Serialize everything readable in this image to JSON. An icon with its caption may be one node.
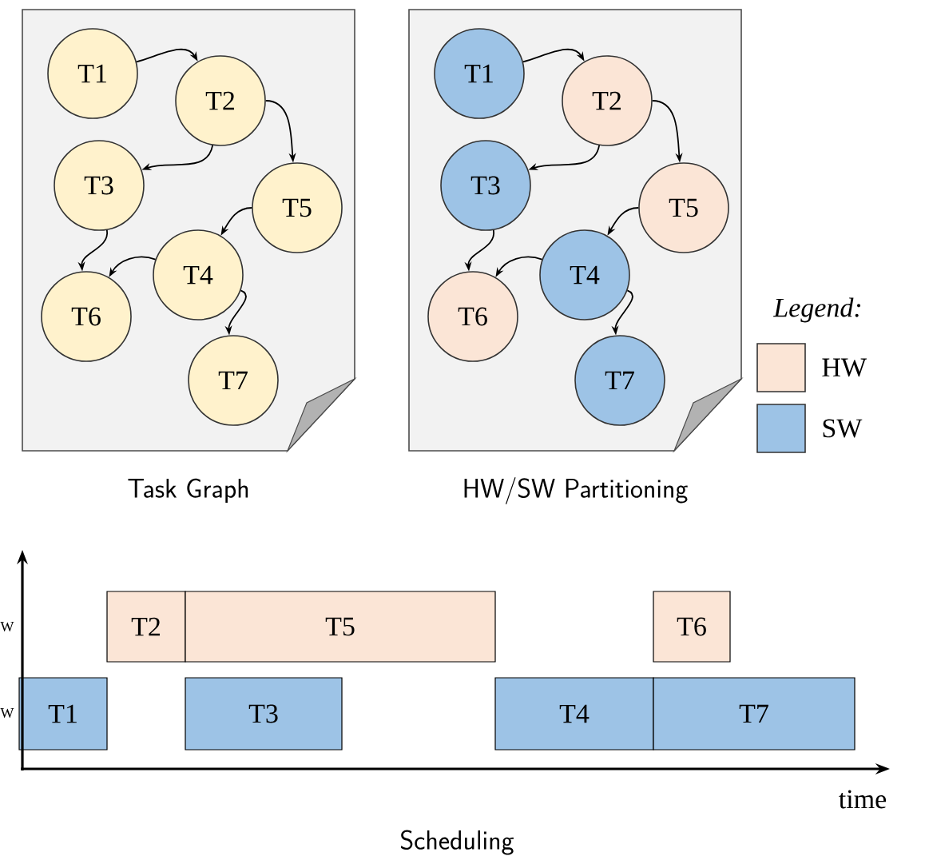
{
  "diagram": {
    "nodes": [
      {
        "text": [
          "Task Graph"
        ]
      },
      {
        "text": [
          "T1"
        ],
        "in": 0
      },
      {
        "text": [
          "T2"
        ],
        "in": 0
      },
      {
        "text": [
          "T3"
        ],
        "in": 0
      },
      {
        "text": [
          "T5"
        ],
        "in": 0
      },
      {
        "text": [
          "T4"
        ],
        "in": 0
      },
      {
        "text": [
          "T6"
        ],
        "in": 0
      },
      {
        "text": [
          "T7"
        ],
        "in": 0
      },
      {
        "text": [
          "HW/SW Partitioning"
        ]
      },
      {
        "text": [
          "T1"
        ],
        "in": 8
      },
      {
        "text": [
          "T2"
        ],
        "in": 8
      },
      {
        "text": [
          "T3"
        ],
        "in": 8
      },
      {
        "text": [
          "T5"
        ],
        "in": 8
      },
      {
        "text": [
          "T4"
        ],
        "in": 8
      },
      {
        "text": [
          "T6"
        ],
        "in": 8
      },
      {
        "text": [
          "T7"
        ],
        "in": 8
      },
      {
        "text": [
          "T2"
        ]
      },
      {
        "text": [
          "T5"
        ]
      },
      {
        "text": [
          "T6"
        ]
      },
      {
        "text": [
          "T1"
        ]
      },
      {
        "text": [
          "T3"
        ]
      },
      {
        "text": [
          "T4"
        ]
      },
      {
        "text": [
          "T7"
        ]
      }
    ],
    "edges": [
      {
        "from": 1,
        "to": 2,
        "arrow": "to"
      },
      {
        "from": 2,
        "to": 3,
        "arrow": "to"
      },
      {
        "from": 2,
        "to": 4,
        "arrow": "to"
      },
      {
        "from": 4,
        "to": 5,
        "arrow": "to"
      },
      {
        "from": 5,
        "to": 6,
        "arrow": "to"
      },
      {
        "from": 3,
        "to": 6,
        "arrow": "to"
      },
      {
        "from": 5,
        "to": 7,
        "arrow": "to"
      },
      {
        "from": 9,
        "to": 10,
        "arrow": "to"
      },
      {
        "from": 10,
        "to": 11,
        "arrow": "to"
      },
      {
        "from": 10,
        "to": 12,
        "arrow": "to"
      },
      {
        "from": 12,
        "to": 13,
        "arrow": "to"
      },
      {
        "from": 13,
        "to": 14,
        "arrow": "to"
      },
      {
        "from": 11,
        "to": 14,
        "arrow": "to"
      },
      {
        "from": 13,
        "to": 15,
        "arrow": "to"
      }
    ],
    "labels": [
      "Legend:",
      "W",
      "W",
      "time",
      "Scheduling"
    ],
    "legend": [
      {
        "text": "HW",
        "color": "#fbe5d6"
      },
      {
        "text": "SW",
        "color": "#9dc3e6"
      }
    ]
  }
}
